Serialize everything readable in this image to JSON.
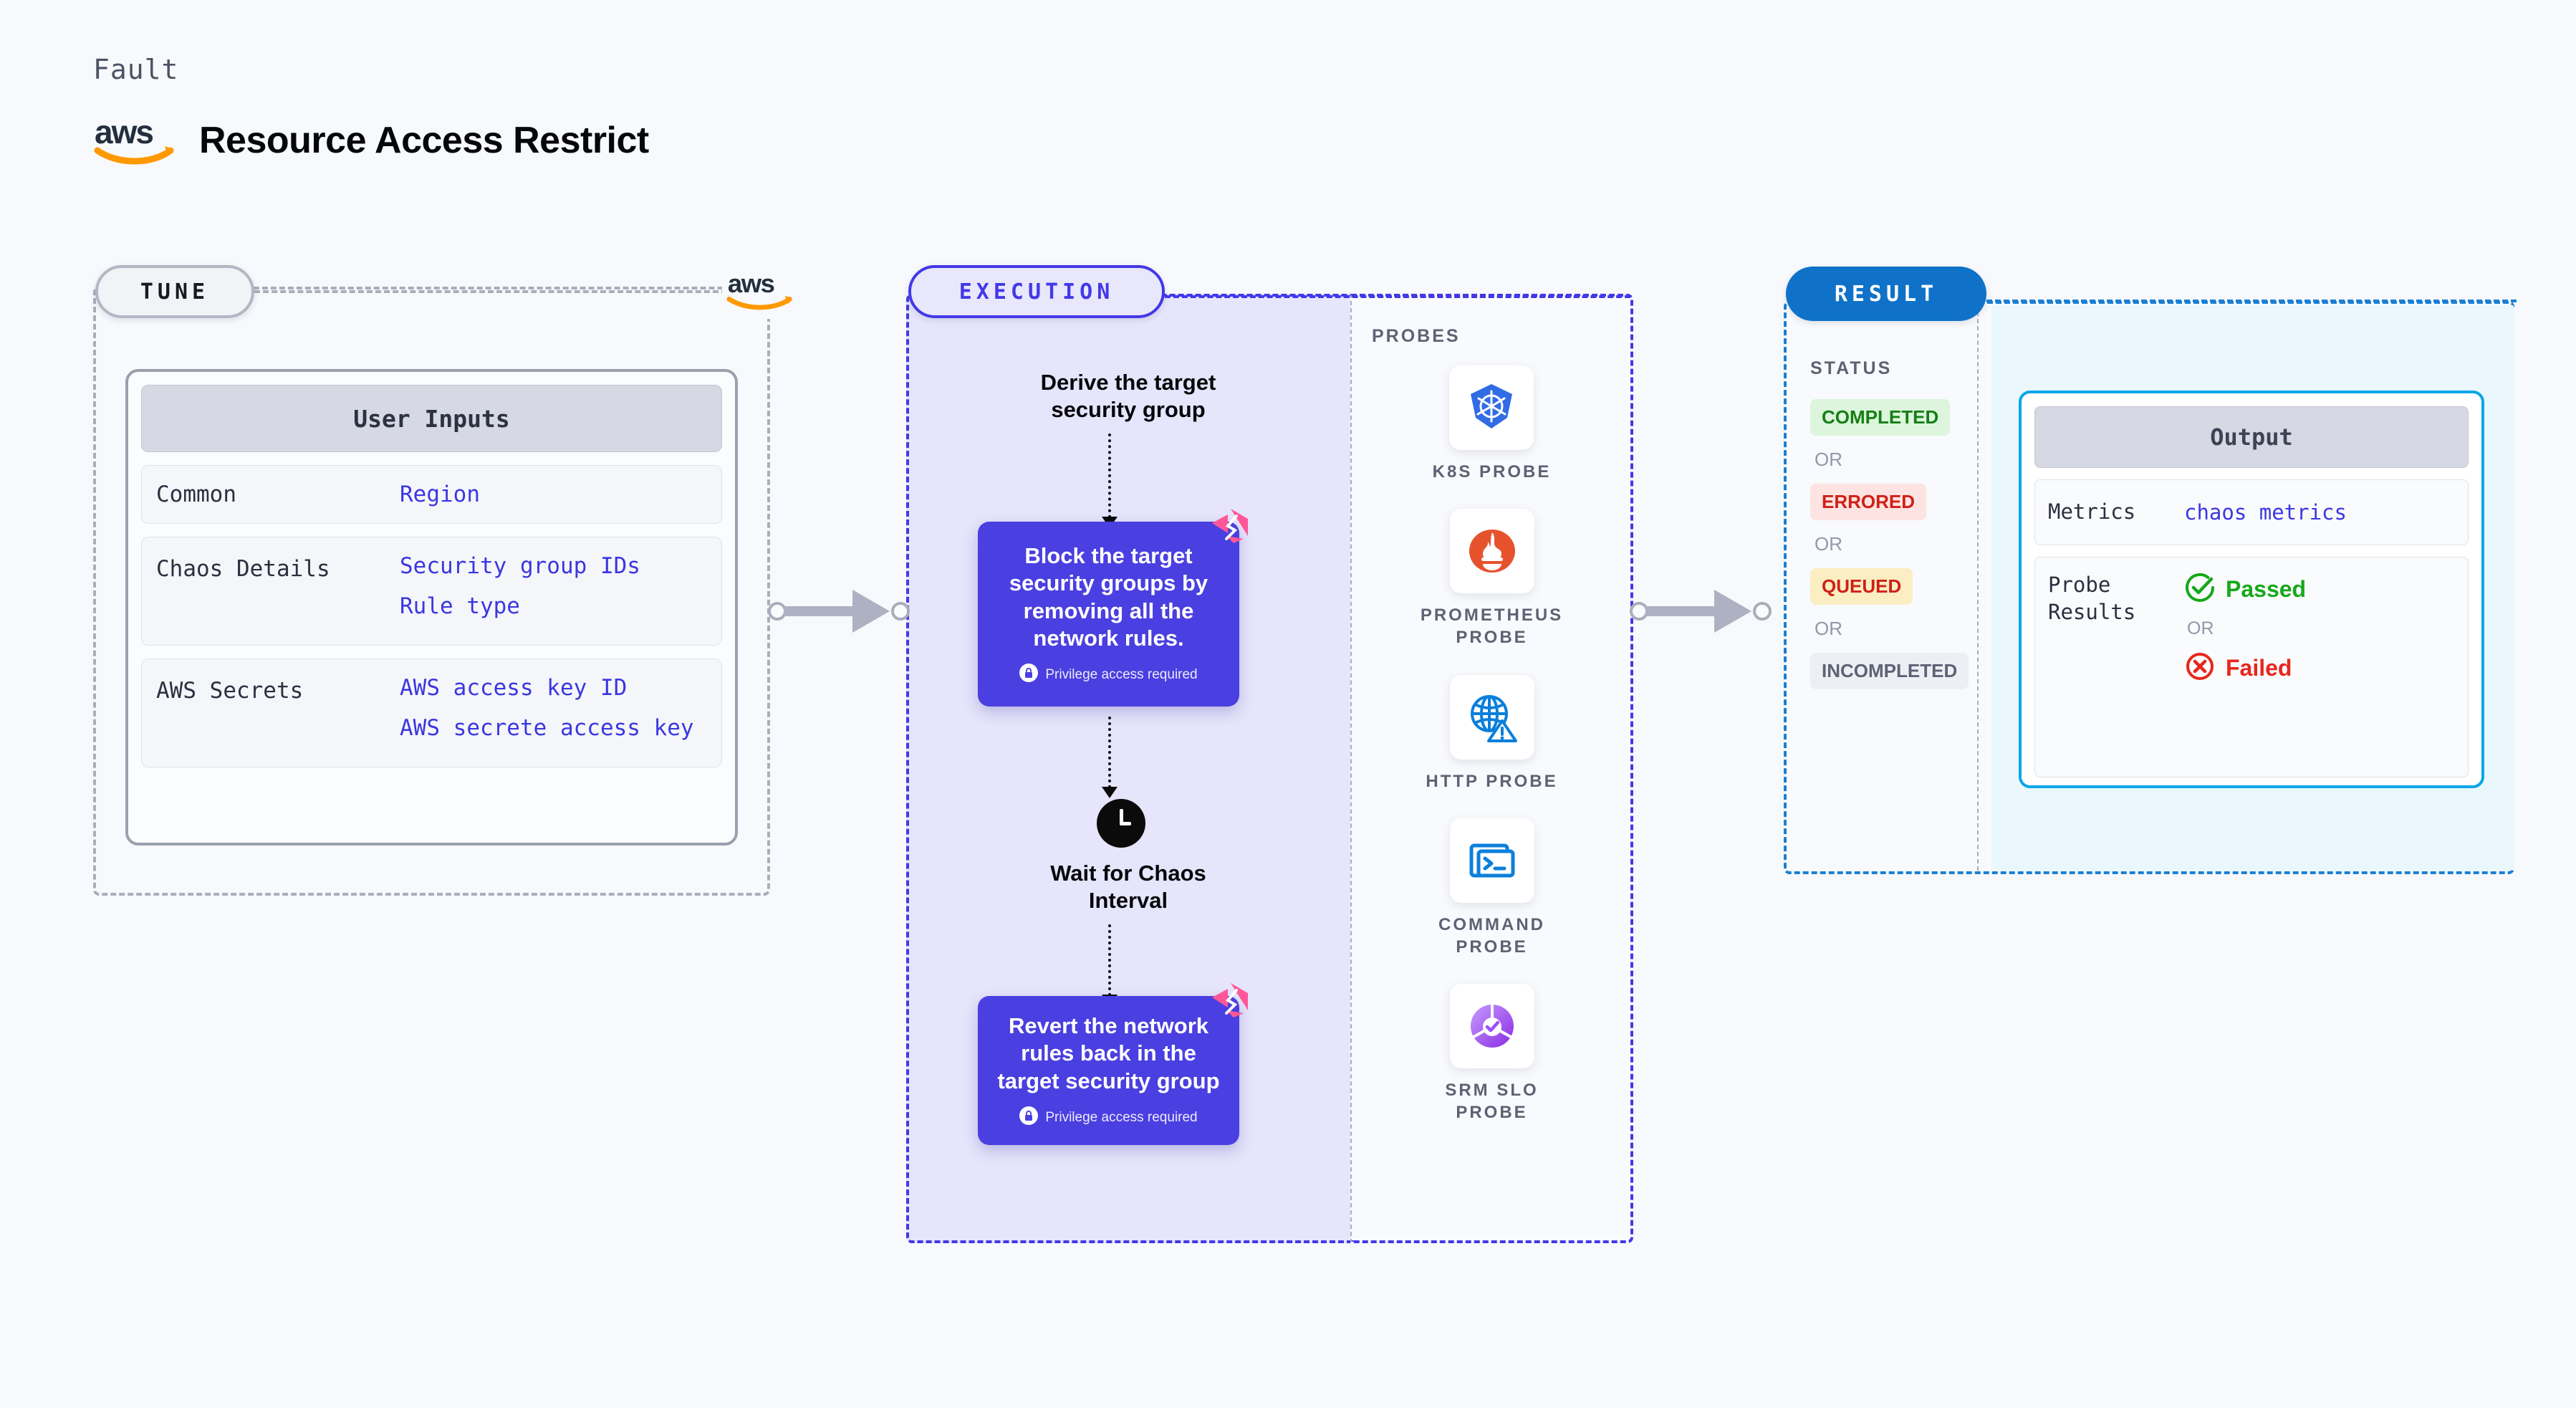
{
  "header": {
    "eyebrow": "Fault",
    "title": "Resource Access Restrict",
    "logo_icon": "aws-logo"
  },
  "tune": {
    "label": "TUNE",
    "provider_logo_icon": "aws-logo",
    "card": {
      "title": "User Inputs",
      "rows": [
        {
          "label": "Common",
          "values": [
            "Region"
          ]
        },
        {
          "label": "Chaos Details",
          "values": [
            "Security group IDs",
            "Rule type"
          ]
        },
        {
          "label": "AWS Secrets",
          "values": [
            "AWS access key ID",
            "AWS secrete access key"
          ]
        }
      ]
    }
  },
  "execution": {
    "label": "EXECUTION",
    "steps": [
      {
        "type": "caption",
        "text": "Derive the target\nsecurity group"
      },
      {
        "type": "action",
        "title": "Block the target security groups by removing all the network rules.",
        "note": "Privilege access required",
        "note_icon": "lock-icon",
        "badge_icon": "harness-logo"
      },
      {
        "type": "wait",
        "icon": "clock-icon",
        "text": "Wait for Chaos\nInterval"
      },
      {
        "type": "action",
        "title": "Revert the network rules back in the target security group",
        "note": "Privilege access required",
        "note_icon": "lock-icon",
        "badge_icon": "harness-logo"
      }
    ],
    "step1_caption_line1": "Derive the target",
    "step1_caption_line2": "security group",
    "action1_title": "Block the target security groups by removing all the network rules.",
    "action1_note": "Privilege access required",
    "wait_line1": "Wait for Chaos",
    "wait_line2": "Interval",
    "action2_title": "Revert the network rules back in the target security group",
    "action2_note": "Privilege access required"
  },
  "probes": {
    "title": "PROBES",
    "items": [
      {
        "name": "K8S PROBE",
        "icon": "kubernetes-icon",
        "color": "#326CE5"
      },
      {
        "name": "PROMETHEUS PROBE",
        "icon": "prometheus-icon",
        "color": "#E6522C"
      },
      {
        "name": "HTTP PROBE",
        "icon": "globe-warning-icon",
        "color": "#0B7FDB"
      },
      {
        "name": "COMMAND PROBE",
        "icon": "terminal-icon",
        "color": "#0B7FDB"
      },
      {
        "name": "SRM SLO PROBE",
        "icon": "srm-slo-icon",
        "color": "#9B4DFF"
      }
    ]
  },
  "result": {
    "label": "RESULT",
    "status_title": "STATUS",
    "or_text": "OR",
    "statuses": [
      {
        "text": "COMPLETED",
        "bg": "#dcf5dc",
        "fg": "#157f15"
      },
      {
        "text": "ERRORED",
        "bg": "#fde3e1",
        "fg": "#cf2018"
      },
      {
        "text": "QUEUED",
        "bg": "#fbeec2",
        "fg": "#cf2018"
      },
      {
        "text": "INCOMPLETED",
        "bg": "#eeeff5",
        "fg": "#5d6274"
      }
    ],
    "output": {
      "title": "Output",
      "metrics_label": "Metrics",
      "metrics_value": "chaos metrics",
      "probe_results_label": "Probe Results",
      "passed_text": "Passed",
      "passed_icon": "check-circle-icon",
      "passed_color": "#17a81a",
      "or_text": "OR",
      "failed_text": "Failed",
      "failed_icon": "x-circle-icon",
      "failed_color": "#e8261c"
    }
  }
}
